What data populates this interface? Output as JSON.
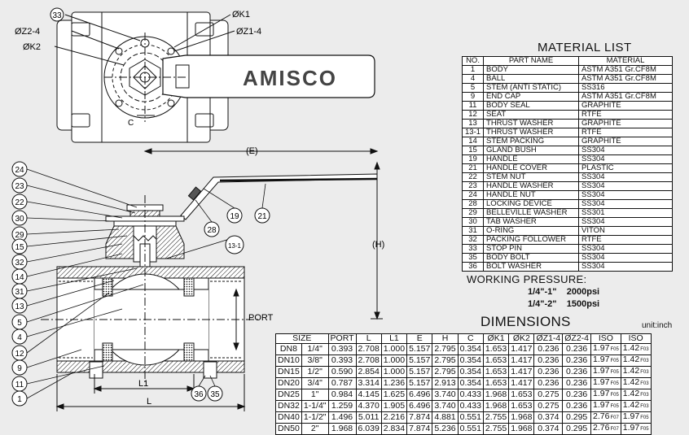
{
  "drawing": {
    "top_view_labels": {
      "callout_33": "33",
      "k1": "ØK1",
      "z2_4": "ØZ2-4",
      "z1_4": "ØZ1-4",
      "k2": "ØK2",
      "c": "C",
      "brand": "AMISCO"
    },
    "section_labels": {
      "e": "(E)",
      "h": "(H)",
      "port": "PORT",
      "l1": "L1",
      "l": "L"
    },
    "callouts_left": [
      "24",
      "23",
      "22",
      "30",
      "29",
      "15",
      "32",
      "14",
      "31",
      "13",
      "5",
      "4",
      "12",
      "9",
      "11",
      "1"
    ],
    "callouts_right": [
      "19",
      "21",
      "28",
      "13-1"
    ],
    "callouts_bottom": [
      "36",
      "35"
    ]
  },
  "material_list": {
    "title": "MATERIAL LIST",
    "headers": [
      "NO.",
      "PART NAME",
      "MATERIAL"
    ],
    "rows": [
      [
        "1",
        "BODY",
        "ASTM A351 Gr.CF8M"
      ],
      [
        "4",
        "BALL",
        "ASTM A351 Gr.CF8M"
      ],
      [
        "5",
        "STEM (ANTI STATIC)",
        "SS316"
      ],
      [
        "9",
        "END CAP",
        "ASTM A351 Gr.CF8M"
      ],
      [
        "11",
        "BODY SEAL",
        "GRAPHITE"
      ],
      [
        "12",
        "SEAT",
        "RTFE"
      ],
      [
        "13",
        "THRUST WASHER",
        "GRAPHITE"
      ],
      [
        "13-1",
        "THRUST WASHER",
        "RTFE"
      ],
      [
        "14",
        "STEM PACKING",
        "GRAPHITE"
      ],
      [
        "15",
        "GLAND BUSH",
        "SS304"
      ],
      [
        "19",
        "HANDLE",
        "SS304"
      ],
      [
        "21",
        "HANDLE COVER",
        "PLASTIC"
      ],
      [
        "22",
        "STEM NUT",
        "SS304"
      ],
      [
        "23",
        "HANDLE WASHER",
        "SS304"
      ],
      [
        "24",
        "HANDLE NUT",
        "SS304"
      ],
      [
        "28",
        "LOCKING DEVICE",
        "SS304"
      ],
      [
        "29",
        "BELLEVILLE WASHER",
        "SS301"
      ],
      [
        "30",
        "TAB WASHER",
        "SS304"
      ],
      [
        "31",
        "O-RING",
        "VITON"
      ],
      [
        "32",
        "PACKING FOLLOWER",
        "RTFE"
      ],
      [
        "33",
        "STOP PIN",
        "SS304"
      ],
      [
        "35",
        "BODY BOLT",
        "SS304"
      ],
      [
        "36",
        "BOLT WASHER",
        "SS304"
      ]
    ]
  },
  "working_pressure": {
    "title": "WORKING PRESSURE:",
    "rows": [
      {
        "range": "1/4\"-1\"",
        "value": "2000psi"
      },
      {
        "range": "1/4\"-2\"",
        "value": "1500psi"
      }
    ]
  },
  "dimensions": {
    "title": "DIMENSIONS",
    "unit": "unit:inch",
    "headers": [
      "SIZE",
      "PORT",
      "L",
      "L1",
      "E",
      "H",
      "C",
      "ØK1",
      "ØK2",
      "ØZ1-4",
      "ØZ2-4",
      "ISO",
      "ISO"
    ],
    "rows": [
      {
        "dn": "DN8",
        "size": "1/4\"",
        "port": "0.393",
        "l": "2.708",
        "l1": "1.000",
        "e": "5.157",
        "h": "2.795",
        "c": "0.354",
        "k1": "1.653",
        "k2": "1.417",
        "z1": "0.236",
        "z2": "0.236",
        "iso1": "1.97",
        "iso1f": "F05",
        "iso2": "1.42",
        "iso2f": "F03"
      },
      {
        "dn": "DN10",
        "size": "3/8\"",
        "port": "0.393",
        "l": "2.708",
        "l1": "1.000",
        "e": "5.157",
        "h": "2.795",
        "c": "0.354",
        "k1": "1.653",
        "k2": "1.417",
        "z1": "0.236",
        "z2": "0.236",
        "iso1": "1.97",
        "iso1f": "F05",
        "iso2": "1.42",
        "iso2f": "F03"
      },
      {
        "dn": "DN15",
        "size": "1/2\"",
        "port": "0.590",
        "l": "2.854",
        "l1": "1.000",
        "e": "5.157",
        "h": "2.795",
        "c": "0.354",
        "k1": "1.653",
        "k2": "1.417",
        "z1": "0.236",
        "z2": "0.236",
        "iso1": "1.97",
        "iso1f": "F05",
        "iso2": "1.42",
        "iso2f": "F03"
      },
      {
        "dn": "DN20",
        "size": "3/4\"",
        "port": "0.787",
        "l": "3.314",
        "l1": "1.236",
        "e": "5.157",
        "h": "2.913",
        "c": "0.354",
        "k1": "1.653",
        "k2": "1.417",
        "z1": "0.236",
        "z2": "0.236",
        "iso1": "1.97",
        "iso1f": "F05",
        "iso2": "1.42",
        "iso2f": "F03"
      },
      {
        "dn": "DN25",
        "size": "1\"",
        "port": "0.984",
        "l": "4.145",
        "l1": "1.625",
        "e": "6.496",
        "h": "3.740",
        "c": "0.433",
        "k1": "1.968",
        "k2": "1.653",
        "z1": "0.275",
        "z2": "0.236",
        "iso1": "1.97",
        "iso1f": "F05",
        "iso2": "1.42",
        "iso2f": "F03"
      },
      {
        "dn": "DN32",
        "size": "1-1/4\"",
        "port": "1.259",
        "l": "4.370",
        "l1": "1.905",
        "e": "6.496",
        "h": "3.740",
        "c": "0.433",
        "k1": "1.968",
        "k2": "1.653",
        "z1": "0.275",
        "z2": "0.236",
        "iso1": "1.97",
        "iso1f": "F05",
        "iso2": "1.42",
        "iso2f": "F03"
      },
      {
        "dn": "DN40",
        "size": "1-1/2\"",
        "port": "1.496",
        "l": "5.011",
        "l1": "2.216",
        "e": "7.874",
        "h": "4.881",
        "c": "0.551",
        "k1": "2.755",
        "k2": "1.968",
        "z1": "0.374",
        "z2": "0.295",
        "iso1": "2.76",
        "iso1f": "F07",
        "iso2": "1.97",
        "iso2f": "F05"
      },
      {
        "dn": "DN50",
        "size": "2\"",
        "port": "1.968",
        "l": "6.039",
        "l1": "2.834",
        "e": "7.874",
        "h": "5.236",
        "c": "0.551",
        "k1": "2.755",
        "k2": "1.968",
        "z1": "0.374",
        "z2": "0.295",
        "iso1": "2.76",
        "iso1f": "F07",
        "iso2": "1.97",
        "iso2f": "F05"
      }
    ]
  }
}
